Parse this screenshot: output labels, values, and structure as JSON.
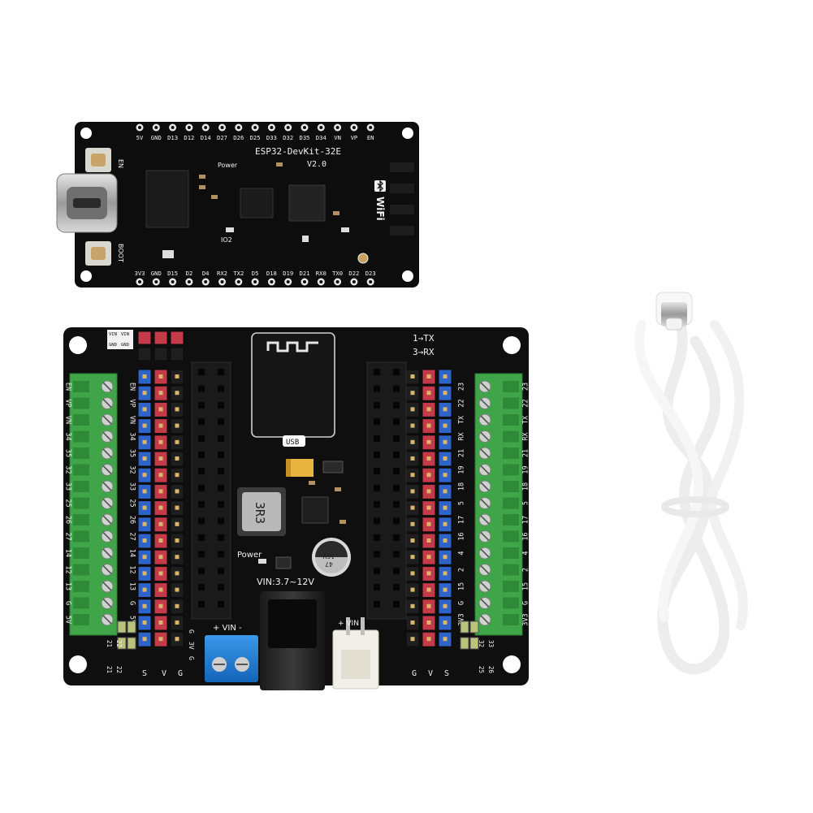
{
  "devkit": {
    "top_pins": [
      "5V",
      "GND",
      "D13",
      "D12",
      "D14",
      "D27",
      "D26",
      "D25",
      "D33",
      "D32",
      "D35",
      "D34",
      "VN",
      "VP",
      "EN"
    ],
    "bottom_pins": [
      "3V3",
      "GND",
      "D15",
      "D2",
      "D4",
      "RX2",
      "TX2",
      "D5",
      "D18",
      "D19",
      "D21",
      "RX0",
      "TX0",
      "D22",
      "D23"
    ],
    "model": "ESP32-DevKit-32E",
    "version": "V2.0",
    "power_label": "Power",
    "io2_label": "IO2",
    "en_label": "EN",
    "boot_label": "BOOT",
    "wifi_label": "WiFi"
  },
  "shield": {
    "left_pins": [
      "EN",
      "VP",
      "VN",
      "34",
      "35",
      "32",
      "33",
      "25",
      "26",
      "27",
      "14",
      "12",
      "13",
      "G",
      "5V"
    ],
    "right_pins": [
      "23",
      "22",
      "TX",
      "RX",
      "21",
      "19",
      "18",
      "5",
      "17",
      "16",
      "4",
      "2",
      "15",
      "G",
      "3V3"
    ],
    "right_pins_terminal": [
      "23",
      "22",
      "TX",
      "RX",
      "21",
      "19",
      "18",
      "5",
      "17",
      "16",
      "4",
      "2",
      "15",
      "G",
      "3V3"
    ],
    "power_header_labels": [
      "VIN",
      "VIN",
      "GND",
      "GND"
    ],
    "uart_note": [
      "1→TX",
      "3→RX"
    ],
    "usb_label": "USB",
    "inductor_label": "3R3",
    "capacitor_label": [
      "47",
      "16V",
      "VT"
    ],
    "power_label": "Power",
    "vin_range": "VIN:3.7~12V",
    "vin_terminal_label": "+ VIN -",
    "vin_jst_label": "+ VIN",
    "left_bottom_labels": [
      "S",
      "V",
      "G"
    ],
    "right_bottom_labels": [
      "G",
      "V",
      "S"
    ],
    "left_i2c": [
      "21",
      "22",
      "21",
      "22"
    ],
    "right_i2c": [
      "32",
      "33",
      "25",
      "26"
    ],
    "mid_left_labels": [
      "G",
      "3V",
      "G"
    ]
  },
  "colors": {
    "pcb": "#101010",
    "terminal_green": "#3fa548",
    "header_blue": "#2e63c9",
    "header_red": "#c43a48",
    "header_black": "#1e1e1e",
    "terminal_blue": "#1f7fd6",
    "jst_white": "#f1efe8",
    "cable_white": "#f4f4f4"
  },
  "cable": {
    "type": "USB Type-C cable",
    "connector_icon": "usb-c-icon"
  }
}
